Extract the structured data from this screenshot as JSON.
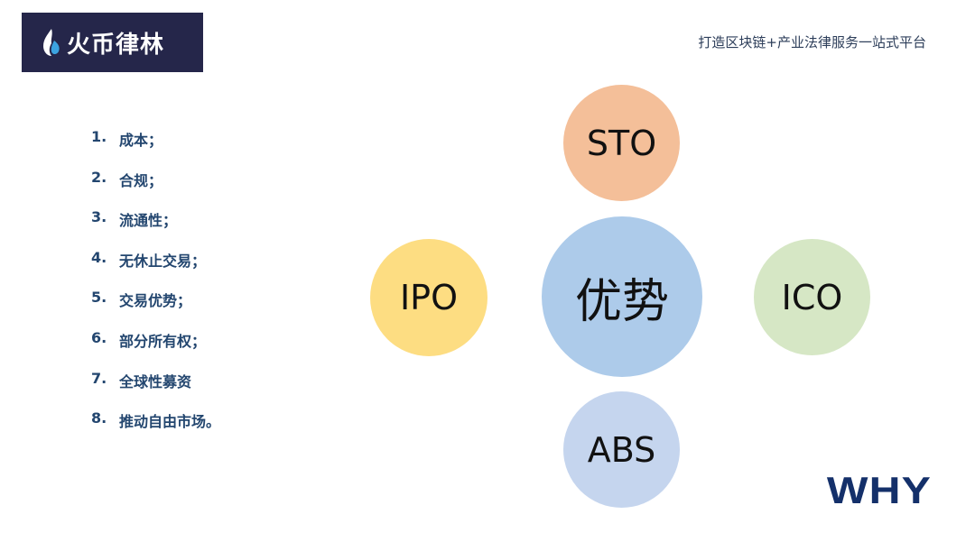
{
  "header": {
    "logo_text": "火币律林",
    "logo_icon": "flame-icon",
    "logo_bg_color": "#25264a",
    "tagline": "打造区块链+产业法律服务一站式平台"
  },
  "list": {
    "items": [
      {
        "num": "1.",
        "label": "成本；"
      },
      {
        "num": "2.",
        "label": "合规；"
      },
      {
        "num": "3.",
        "label": "流通性；"
      },
      {
        "num": "4.",
        "label": "无休止交易；"
      },
      {
        "num": "5.",
        "label": "交易优势；"
      },
      {
        "num": "6.",
        "label": "部分所有权；"
      },
      {
        "num": "7.",
        "label": "全球性募资"
      },
      {
        "num": "8.",
        "label": "推动自由市场。"
      }
    ],
    "text_color": "#23466f"
  },
  "diagram": {
    "center": {
      "label": "优势",
      "color": "#adcbea"
    },
    "top": {
      "label": "STO",
      "color": "#f4bf99"
    },
    "left": {
      "label": "IPO",
      "color": "#fddd82"
    },
    "right": {
      "label": "ICO",
      "color": "#d6e7c5"
    },
    "bottom": {
      "label": "ABS",
      "color": "#c5d5ee"
    }
  },
  "footer": {
    "why_label": "WHY",
    "why_color": "#14306a"
  }
}
